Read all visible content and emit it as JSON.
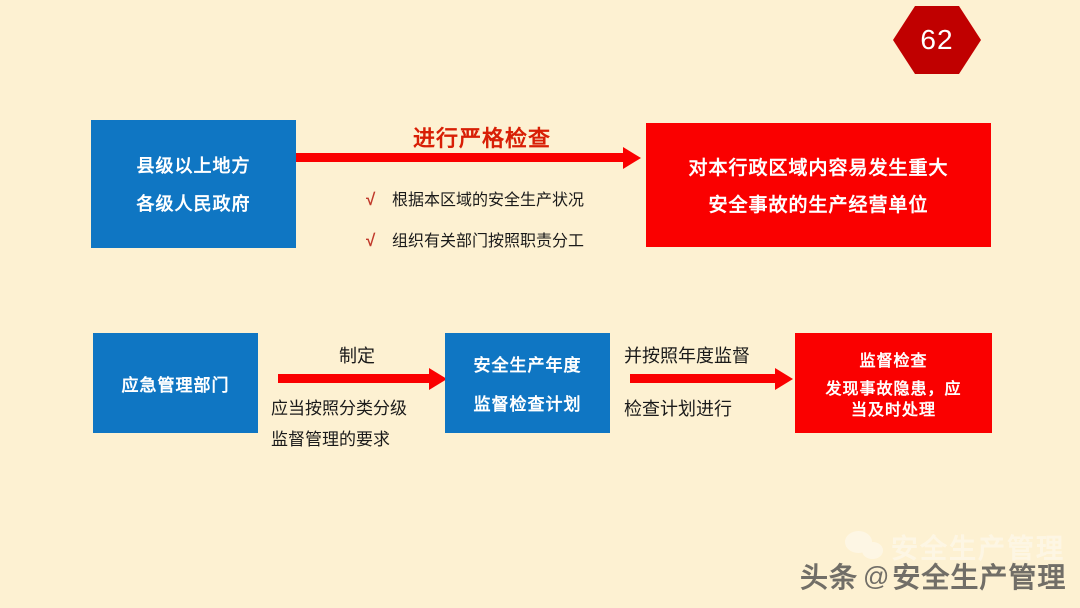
{
  "slide": {
    "page_number": "62",
    "background_color": "#fdf1d2"
  },
  "colors": {
    "blue_box": "#0f76c3",
    "red_box": "#fa0000",
    "dark_red": "#c00000",
    "arrow": "#fa0000",
    "text_dark": "#1a1a1a"
  },
  "row1": {
    "source_box": {
      "line1": "县级以上地方",
      "line2": "各级人民政府"
    },
    "arrow_label": "进行严格检查",
    "bullets": [
      {
        "check": "√",
        "text": "根据本区域的安全生产状况"
      },
      {
        "check": "√",
        "text": "组织有关部门按照职责分工"
      }
    ],
    "target_box": {
      "line1": "对本行政区域内容易发生重大",
      "line2": "安全事故的生产经营单位"
    }
  },
  "row2": {
    "dept_box": {
      "line1": "应急管理部门"
    },
    "arrow1_label_above": "制定",
    "arrow1_caption": {
      "line1": "应当按照分类分级",
      "line2": "监督管理的要求"
    },
    "plan_box": {
      "line1": "安全生产年度",
      "line2": "监督检查计划"
    },
    "arrow2_label_above": "并按照年度监督",
    "arrow2_label_below": "检查计划进行",
    "result_box": {
      "title": "监督检查",
      "line1": "发现事故隐患，应",
      "line2": "当及时处理"
    }
  },
  "watermark": {
    "faint_text": "安全生产管理",
    "platform": "头条",
    "at_symbol": "@",
    "account_name": "安全生产管理"
  }
}
